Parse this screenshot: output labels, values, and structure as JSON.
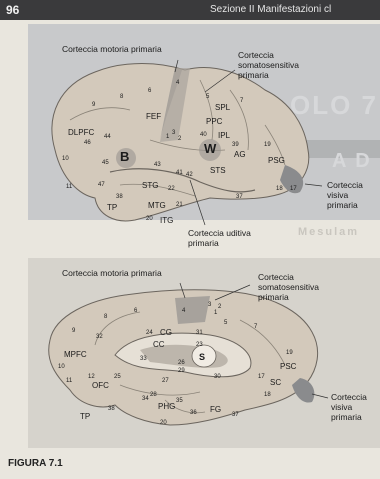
{
  "header": {
    "page_number": "96",
    "section": "Sezione II  Manifestazioni cl"
  },
  "background_text": {
    "chapter": "OLO 7",
    "partial": "A D",
    "word": "Mesulam"
  },
  "upper_panel": {
    "labels": {
      "motor": "Corteccia motoria primaria",
      "somato": [
        "Corteccia",
        "somatosensitiva",
        "primaria"
      ],
      "visual": [
        "Corteccia",
        "visiva",
        "primaria"
      ],
      "auditory": [
        "Corteccia uditiva",
        "primaria"
      ]
    },
    "areas": [
      "DLPFC",
      "FEF",
      "SPL",
      "PPC",
      "IPL",
      "AG",
      "PSG",
      "STS",
      "STG",
      "MTG",
      "ITG",
      "TP",
      "B",
      "W",
      "9",
      "8",
      "6",
      "4",
      "3",
      "1",
      "2",
      "5",
      "7",
      "10",
      "44",
      "45",
      "46",
      "47",
      "11",
      "38",
      "22",
      "21",
      "20",
      "37",
      "19",
      "18",
      "17",
      "39",
      "40",
      "41",
      "42",
      "43"
    ]
  },
  "lower_panel": {
    "labels": {
      "motor": "Corteccia motoria primaria",
      "somato": [
        "Corteccia",
        "somatosensitiva",
        "primaria"
      ],
      "visual": [
        "Corteccia",
        "visiva",
        "primaria"
      ]
    },
    "areas": [
      "MPFC",
      "OFC",
      "CG",
      "CC",
      "S",
      "PHG",
      "FG",
      "TP",
      "PSC",
      "SC",
      "24",
      "32",
      "31",
      "23",
      "33",
      "26",
      "29",
      "30",
      "27",
      "28",
      "34",
      "35",
      "36",
      "37",
      "25",
      "11",
      "12",
      "10",
      "9",
      "6",
      "4",
      "3",
      "1",
      "2",
      "5",
      "7",
      "8",
      "19",
      "18",
      "17",
      "38",
      "20"
    ]
  },
  "caption": "FIGURA 7.1",
  "colors": {
    "brain": "#d3c9bb",
    "motor_strip": "#9f9b96",
    "visual_cortex": "#8a8b8d",
    "band": "#c8c9cb"
  }
}
